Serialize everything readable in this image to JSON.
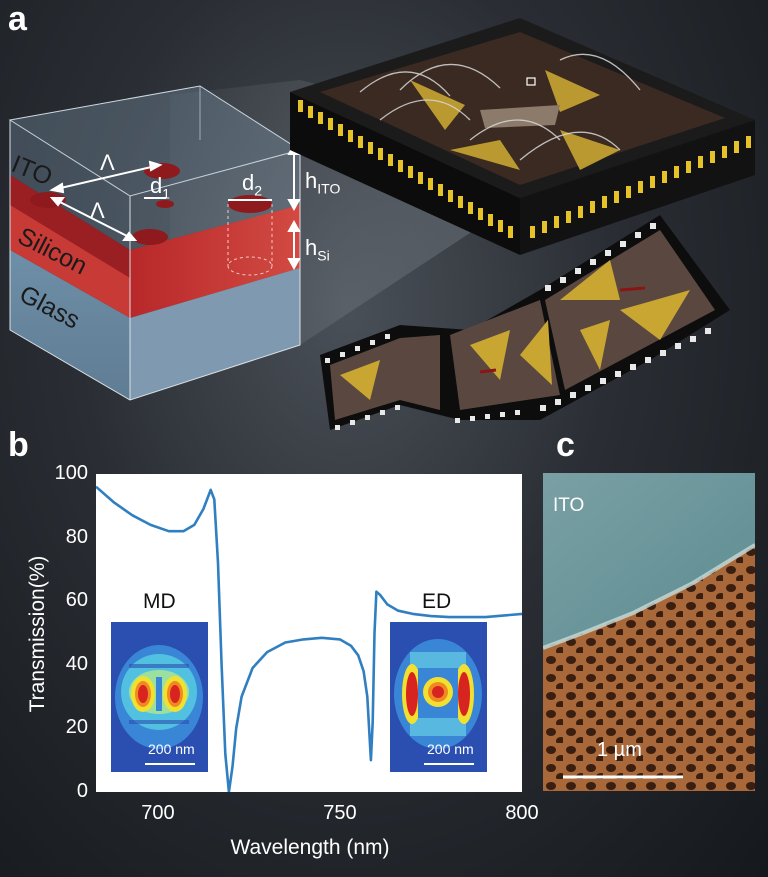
{
  "panels": {
    "a": "a",
    "b": "b",
    "c": "c"
  },
  "schematic": {
    "ito": "ITO",
    "silicon": "Silicon",
    "glass": "Glass",
    "lambda1": "Λ",
    "lambda2": "Λ",
    "d1": "d",
    "d1_sub": "1",
    "d2": "d",
    "d2_sub": "2",
    "h_ito": "h",
    "h_ito_sub": "ITO",
    "h_si": "h",
    "h_si_sub": "Si"
  },
  "chart_data": {
    "type": "line",
    "xlabel": "Wavelength (nm)",
    "ylabel": "Transmission(%)",
    "xlim": [
      683,
      800
    ],
    "ylim": [
      0,
      100
    ],
    "xticks": [
      "700",
      "750",
      "800"
    ],
    "xtick_values": [
      700,
      750,
      800
    ],
    "yticks": [
      "0",
      "20",
      "40",
      "60",
      "80",
      "100"
    ],
    "ytick_values": [
      0,
      20,
      40,
      60,
      80,
      100
    ],
    "series": [
      {
        "color": "#2f7fc1",
        "x": [
          683,
          688,
          693,
          698,
          703,
          707,
          710,
          712.5,
          714.5,
          715.5,
          716.5,
          717.5,
          718.5,
          719.5,
          720.5,
          721.5,
          723,
          726,
          730,
          735,
          740,
          745,
          750,
          753,
          755,
          756.5,
          757.5,
          758,
          758.5,
          759,
          759.5,
          760,
          761,
          763,
          766,
          770,
          775,
          780,
          790,
          800
        ],
        "y": [
          96,
          91,
          87,
          84,
          82,
          82,
          84,
          89,
          95,
          92,
          72,
          40,
          12,
          0,
          8,
          20,
          30,
          39,
          44,
          47,
          48,
          48.5,
          48,
          46,
          43,
          38,
          30,
          20,
          10,
          22,
          50,
          63,
          62,
          59,
          57,
          56,
          55.3,
          55,
          55,
          56
        ]
      }
    ],
    "insets": [
      {
        "label": "MD",
        "scale_bar": "200 nm"
      },
      {
        "label": "ED",
        "scale_bar": "200 nm"
      }
    ]
  },
  "sem": {
    "ito_label": "ITO",
    "scale_bar": "1 µm"
  }
}
